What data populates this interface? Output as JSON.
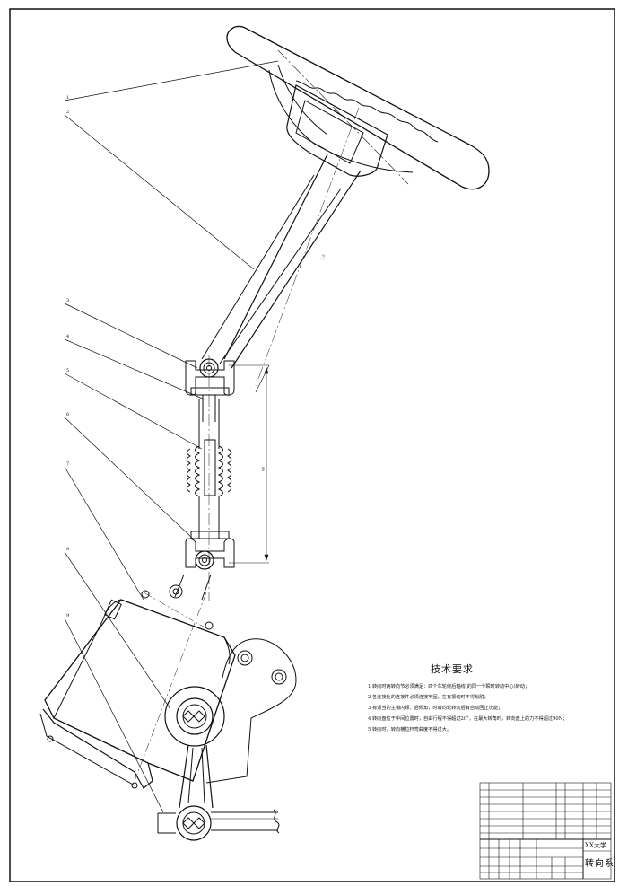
{
  "technical_requirements": {
    "title": "技术要求",
    "items": [
      "1 转向时两转向节必须满足：四个车轮绕后轴线(的同一个瞬时转动中心)转动；",
      "2 各连接处的连接件必须连接牢固，在有振动时不得松脱；",
      "3 有适当的主销内倾、后倾角，时转向轮转向后有自动回正功能；",
      "4 转向盘位于中间位置时，自由行程不得超过20°，在最大转角时，转向盘上的力不得超过90N；",
      "5 转向时，转向横拉杆弯曲度不得过大。"
    ]
  },
  "title_block": {
    "school": "XX大学",
    "drawing_title": "转向系"
  },
  "callouts": [
    "1",
    "2",
    "3",
    "4",
    "5",
    "6",
    "7",
    "8",
    "9"
  ],
  "colors": {
    "line": "#111111",
    "paper": "#ffffff"
  }
}
